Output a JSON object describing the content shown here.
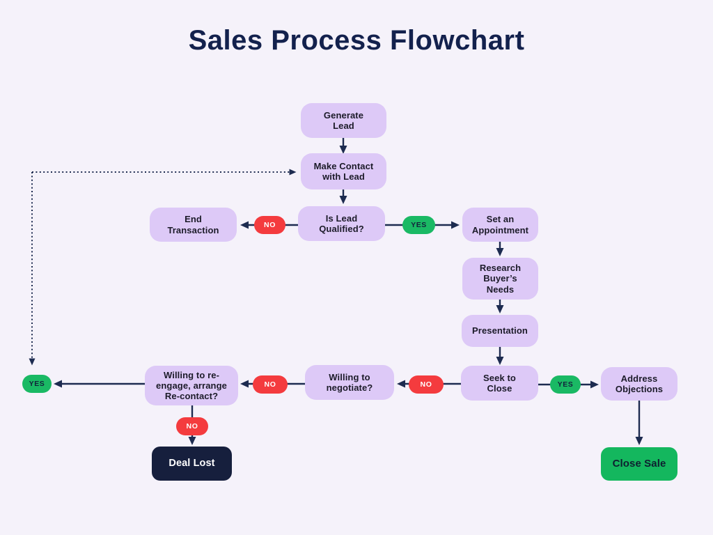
{
  "title": "Sales Process Flowchart",
  "colors": {
    "page_bg": "#f5f2fa",
    "node_fill": "#ddc9f7",
    "node_text": "#1c1b29",
    "title_text": "#13214d",
    "arrow": "#1d2b50",
    "no_fill": "#f43b3e",
    "no_text": "#ffffff",
    "yes_fill": "#1ab964",
    "yes_text": "#12233b",
    "deal_lost_fill": "#161f3d",
    "deal_lost_text": "#ffffff",
    "close_sale_fill": "#14b75e",
    "close_sale_text": "#0e2030"
  },
  "nodes": {
    "generate_lead": "Generate\nLead",
    "make_contact": "Make Contact\nwith Lead",
    "is_lead_qualified": "Is Lead\nQualified?",
    "end_transaction": "End\nTransaction",
    "set_appointment": "Set an\nAppointment",
    "research_needs": "Research\nBuyer’s\nNeeds",
    "presentation": "Presentation",
    "seek_to_close": "Seek to\nClose",
    "address_objections": "Address\nObjections",
    "close_sale": "Close Sale",
    "willing_negotiate": "Willing to\nnegotiate?",
    "willing_reengage": "Willing to re-\nengage, arrange\nRe-contact?",
    "deal_lost": "Deal Lost"
  },
  "badge_labels": {
    "yes": "YES",
    "no": "NO"
  },
  "edges": [
    {
      "from": "Generate Lead",
      "to": "Make Contact with Lead",
      "label": "",
      "style": "solid"
    },
    {
      "from": "Make Contact with Lead",
      "to": "Is Lead Qualified?",
      "label": "",
      "style": "solid"
    },
    {
      "from": "Is Lead Qualified?",
      "to": "End Transaction",
      "label": "NO",
      "style": "solid"
    },
    {
      "from": "Is Lead Qualified?",
      "to": "Set an Appointment",
      "label": "YES",
      "style": "solid"
    },
    {
      "from": "Set an Appointment",
      "to": "Research Buyer’s Needs",
      "label": "",
      "style": "solid"
    },
    {
      "from": "Research Buyer’s Needs",
      "to": "Presentation",
      "label": "",
      "style": "solid"
    },
    {
      "from": "Presentation",
      "to": "Seek to Close",
      "label": "",
      "style": "solid"
    },
    {
      "from": "Seek to Close",
      "to": "Address Objections",
      "label": "YES",
      "style": "solid"
    },
    {
      "from": "Address Objections",
      "to": "Close Sale",
      "label": "",
      "style": "solid"
    },
    {
      "from": "Seek to Close",
      "to": "Willing to negotiate?",
      "label": "NO",
      "style": "solid"
    },
    {
      "from": "Willing to negotiate?",
      "to": "Willing to re-engage, arrange Re-contact?",
      "label": "NO",
      "style": "solid"
    },
    {
      "from": "Willing to re-engage, arrange Re-contact?",
      "to": "Deal Lost",
      "label": "NO",
      "style": "solid"
    },
    {
      "from": "Willing to re-engage, arrange Re-contact?",
      "to": "Make Contact with Lead",
      "label": "YES",
      "style": "dotted"
    }
  ]
}
